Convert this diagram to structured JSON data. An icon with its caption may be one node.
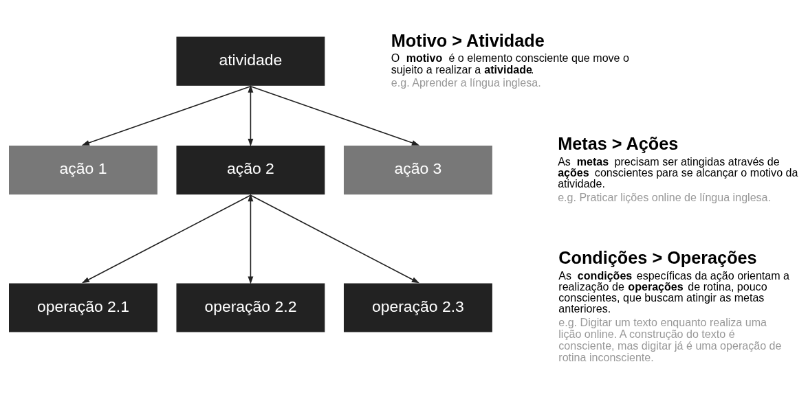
{
  "diagram": {
    "nodes": [
      {
        "text": [
          "atividade"
        ]
      },
      {
        "text": [
          "ação 1"
        ]
      },
      {
        "text": [
          "ação 2"
        ]
      },
      {
        "text": [
          "ação 3"
        ]
      },
      {
        "text": [
          "operação 2.1"
        ]
      },
      {
        "text": [
          "operação 2.2"
        ]
      },
      {
        "text": [
          "operação 2.3"
        ]
      }
    ],
    "edges": [
      {
        "from": 0,
        "to": 1,
        "arrow": "to"
      },
      {
        "from": 0,
        "to": 2,
        "arrow": "both"
      },
      {
        "from": 0,
        "to": 3,
        "arrow": "to"
      },
      {
        "from": 2,
        "to": 4,
        "arrow": "to"
      },
      {
        "from": 2,
        "to": 5,
        "arrow": "both"
      },
      {
        "from": 2,
        "to": 6,
        "arrow": "to"
      }
    ],
    "labels": [
      "Motivo > Atividade",
      "O **motivo** é o elemento consciente que move o sujeito a realizar a **atividade**.",
      "e.g. Aprender a língua inglesa.",
      "Metas > Ações",
      "As **metas** precisam ser atingidas através de **ações** conscientes para se alcançar o motivo da atividade.",
      "e.g. Praticar lições online de língua inglesa.",
      "Condições > Operações",
      "As **condições** específicas da ação orientam a realização de **operações** de rotina, pouco conscientes, que buscam atingir as metas anteriores.",
      "e.g. Digitar um texto enquanto realiza uma lição online. A construção do texto é consciente, mas digitar já é uma operação de rotina inconsciente."
    ]
  }
}
